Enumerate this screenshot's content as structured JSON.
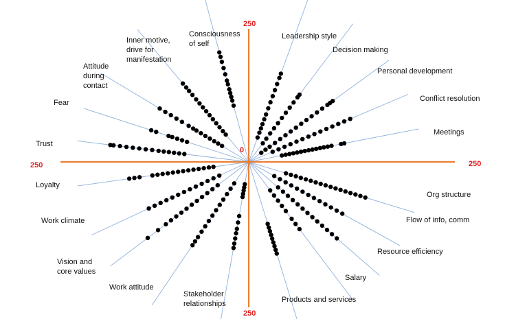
{
  "chart_data": {
    "type": "scatter",
    "subtype": "radial-spoke",
    "axis_max": 250,
    "axis_labels": {
      "top": "250",
      "left": "250",
      "right": "250",
      "bottom": "250",
      "center": "0"
    },
    "colors": {
      "axis": "#ed7d31",
      "spoke": "#8fb0dd",
      "point": "#000000",
      "axis_number": "#e02020"
    },
    "spokes": [
      {
        "name": "Consciousness of self",
        "label_lines": [
          "Consciousness",
          "of self"
        ],
        "angle": 105
      },
      {
        "name": "Leadership style",
        "label_lines": [
          "Leadership style"
        ],
        "angle": 70
      },
      {
        "name": "Decision making",
        "label_lines": [
          "Decision making"
        ],
        "angle": 53
      },
      {
        "name": "Personal development",
        "label_lines": [
          "Personal development"
        ],
        "angle": 36
      },
      {
        "name": "Conflict resolution",
        "label_lines": [
          "Conflict resolution"
        ],
        "angle": 23
      },
      {
        "name": "Meetings",
        "label_lines": [
          "Meetings"
        ],
        "angle": 11
      },
      {
        "name": "Org structure",
        "label_lines": [
          "Org structure"
        ],
        "angle": -17
      },
      {
        "name": "Flow of info, comm",
        "label_lines": [
          "Flow of info, comm"
        ],
        "angle": -29
      },
      {
        "name": "Resource efficiency",
        "label_lines": [
          "Resource efficiency"
        ],
        "angle": -41
      },
      {
        "name": "Salary",
        "label_lines": [
          "Salary"
        ],
        "angle": -53
      },
      {
        "name": "Products and services",
        "label_lines": [
          "Products and services"
        ],
        "angle": -73
      },
      {
        "name": "Stakeholder relationships",
        "label_lines": [
          "Stakeholder",
          "relationships"
        ],
        "angle": -100
      },
      {
        "name": "Work attitude",
        "label_lines": [
          "Work attitude"
        ],
        "angle": -124
      },
      {
        "name": "Vision and core values",
        "label_lines": [
          "Vision and",
          "core values"
        ],
        "angle": -143
      },
      {
        "name": "Work climate",
        "label_lines": [
          "Work climate"
        ],
        "angle": -155
      },
      {
        "name": "Loyalty",
        "label_lines": [
          "Loyalty"
        ],
        "angle": -172
      },
      {
        "name": "Trust",
        "label_lines": [
          "Trust"
        ],
        "angle": 173
      },
      {
        "name": "Fear",
        "label_lines": [
          "Fear"
        ],
        "angle": 162
      },
      {
        "name": "Attitude during contact",
        "label_lines": [
          "Attitude",
          "during",
          "contact"
        ],
        "angle": 149
      },
      {
        "name": "Inner motive, drive for manifestation",
        "label_lines": [
          "Inner motive,",
          "drive for",
          "manifestation"
        ],
        "angle": 130
      }
    ],
    "series": [
      {
        "spoke": "Consciousness of self",
        "values": [
          90,
          98,
          104,
          110,
          116,
          124,
          130,
          140,
          150,
          160,
          168,
          175
        ]
      },
      {
        "spoke": "Leadership style",
        "values": [
          40,
          48,
          55,
          62,
          70,
          78,
          88,
          98,
          108,
          118,
          128,
          138,
          145
        ]
      },
      {
        "spoke": "Decision making",
        "values": [
          36,
          45,
          55,
          65,
          75,
          85,
          95,
          105,
          115,
          125,
          130
        ]
      },
      {
        "spoke": "Personal development",
        "values": [
          24,
          32,
          40,
          50,
          60,
          70,
          80,
          90,
          100,
          110,
          120,
          130,
          140,
          150,
          155,
          160
        ]
      },
      {
        "spoke": "Conflict resolution",
        "values": [
          40,
          50,
          60,
          70,
          80,
          90,
          100,
          110,
          120,
          130,
          140,
          150,
          160,
          170
        ]
      },
      {
        "spoke": "Meetings",
        "values": [
          52,
          58,
          64,
          70,
          76,
          82,
          88,
          94,
          100,
          106,
          112,
          118,
          124,
          130,
          145,
          150
        ]
      },
      {
        "spoke": "Org structure",
        "values": [
          60,
          68,
          76,
          84,
          92,
          100,
          108,
          116,
          124,
          132,
          140,
          148,
          156,
          164,
          172,
          180,
          188
        ]
      },
      {
        "spoke": "Flow of info, comm",
        "values": [
          45,
          55,
          65,
          75,
          85,
          95,
          105,
          115,
          125,
          135,
          145,
          155,
          165
        ]
      },
      {
        "spoke": "Resource efficiency",
        "values": [
          60,
          70,
          80,
          90,
          100,
          110,
          120,
          130,
          140,
          150,
          160,
          170,
          180
        ]
      },
      {
        "spoke": "Salary",
        "values": [
          55,
          65,
          75,
          85,
          95,
          110,
          120,
          130
        ]
      },
      {
        "spoke": "Products and services",
        "values": [
          100,
          106,
          112,
          118,
          124,
          130,
          136,
          142,
          148
        ]
      },
      {
        "spoke": "Stakeholder relationships",
        "values": [
          35,
          40,
          45,
          50,
          55,
          85,
          95,
          105,
          112,
          120,
          128,
          135
        ]
      },
      {
        "spoke": "Work attitude",
        "values": [
          40,
          50,
          60,
          70,
          80,
          90,
          100,
          110,
          120,
          130,
          140,
          148,
          155
        ]
      },
      {
        "spoke": "Vision and core values",
        "values": [
          60,
          70,
          80,
          90,
          100,
          110,
          120,
          130,
          140,
          150,
          160,
          175,
          195
        ]
      },
      {
        "spoke": "Work climate",
        "values": [
          50,
          60,
          70,
          80,
          90,
          100,
          110,
          120,
          130,
          140,
          150,
          160,
          170
        ]
      },
      {
        "spoke": "Loyalty",
        "values": [
          55,
          62,
          70,
          78,
          86,
          94,
          102,
          110,
          118,
          126,
          134,
          142,
          150,
          170,
          178,
          186
        ]
      },
      {
        "spoke": "Trust",
        "values": [
          100,
          108,
          116,
          124,
          132,
          140,
          150,
          160,
          170,
          180,
          190,
          200,
          210,
          215
        ]
      },
      {
        "spoke": "Fear",
        "values": [
          100,
          108,
          116,
          124,
          130,
          150,
          158
        ]
      },
      {
        "spoke": "Attitude during contact",
        "values": [
          48,
          55,
          62,
          70,
          78,
          86,
          94,
          100,
          108,
          120,
          130,
          140,
          150,
          160
        ]
      },
      {
        "spoke": "Inner motive, drive for manifestation",
        "values": [
          55,
          62,
          70,
          78,
          86,
          94,
          102,
          110,
          118,
          126,
          135,
          143,
          150,
          158
        ]
      }
    ]
  }
}
